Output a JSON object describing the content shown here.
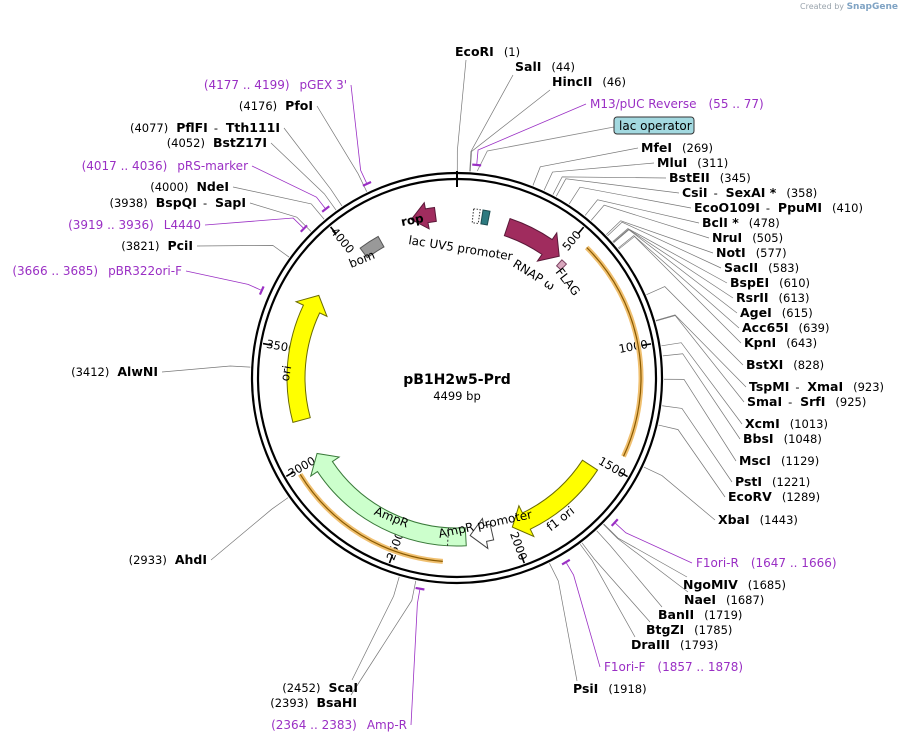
{
  "watermark": {
    "prefix": "Created by",
    "brand": "SnapGene"
  },
  "plasmid": {
    "name": "pB1H2w5-Prd",
    "length_label": "4499 bp"
  },
  "ticks": [
    "500",
    "1000",
    "1500",
    "2000",
    "2500",
    "3000",
    "3500",
    "4000"
  ],
  "right_sites": [
    {
      "a": "EcoRI",
      "pos": "(1)",
      "left": true
    },
    {
      "a": "SalI",
      "pos": "(44)"
    },
    {
      "a": "HincII",
      "pos": "(46)"
    },
    {
      "a": "MfeI",
      "pos": "(269)"
    },
    {
      "a": "MluI",
      "pos": "(311)"
    },
    {
      "a": "BstEII",
      "pos": "(345)"
    },
    {
      "a": "CsiI",
      "b": "SexAI *",
      "pos": "(358)"
    },
    {
      "a": "EcoO109I",
      "b": "PpuMI",
      "pos": "(410)"
    },
    {
      "a": "BclI *",
      "pos": "(478)"
    },
    {
      "a": "NruI",
      "pos": "(505)"
    },
    {
      "a": "NotI",
      "pos": "(577)"
    },
    {
      "a": "SacII",
      "pos": "(583)"
    },
    {
      "a": "BspEI",
      "pos": "(610)"
    },
    {
      "a": "RsrII",
      "pos": "(613)"
    },
    {
      "a": "AgeI",
      "pos": "(615)"
    },
    {
      "a": "Acc65I",
      "pos": "(639)"
    },
    {
      "a": "KpnI",
      "pos": "(643)"
    },
    {
      "a": "BstXI",
      "pos": "(828)"
    },
    {
      "a": "TspMI",
      "b": "XmaI",
      "pos": "(923)"
    },
    {
      "a": "SmaI",
      "b": "SrfI",
      "pos": "(925)"
    },
    {
      "a": "XcmI",
      "pos": "(1013)"
    },
    {
      "a": "BbsI",
      "pos": "(1048)"
    },
    {
      "a": "MscI",
      "pos": "(1129)"
    },
    {
      "a": "PstI",
      "pos": "(1221)"
    },
    {
      "a": "EcoRV",
      "pos": "(1289)"
    },
    {
      "a": "XbaI",
      "pos": "(1443)"
    },
    {
      "a": "NgoMIV",
      "pos": "(1685)"
    },
    {
      "a": "NaeI",
      "pos": "(1687)"
    },
    {
      "a": "BanII",
      "pos": "(1719)"
    },
    {
      "a": "BtgZI",
      "pos": "(1785)"
    },
    {
      "a": "DraIII",
      "pos": "(1793)"
    },
    {
      "a": "PsiI",
      "pos": "(1918)"
    }
  ],
  "left_sites": [
    {
      "a": "PfoI",
      "pos": "(4176)"
    },
    {
      "a": "PflFI",
      "b": "Tth111I",
      "pos": "(4077)"
    },
    {
      "a": "BstZ17I",
      "pos": "(4052)"
    },
    {
      "a": "NdeI",
      "pos": "(4000)"
    },
    {
      "a": "BspQI",
      "b": "SapI",
      "pos": "(3938)"
    },
    {
      "a": "PciI",
      "pos": "(3821)"
    },
    {
      "a": "AlwNI",
      "pos": "(3412)"
    },
    {
      "a": "AhdI",
      "pos": "(2933)"
    },
    {
      "a": "ScaI",
      "pos": "(2452)"
    },
    {
      "a": "BsaHI",
      "pos": "(2393)"
    }
  ],
  "primers": [
    {
      "name": "pGEX 3'",
      "range": "(4177 .. 4199)"
    },
    {
      "name": "pRS-marker",
      "range": "(4017 .. 4036)"
    },
    {
      "name": "L4440",
      "range": "(3919 .. 3936)"
    },
    {
      "name": "pBR322ori-F",
      "range": "(3666 .. 3685)"
    },
    {
      "name": "M13/pUC Reverse",
      "range": "(55 .. 77)"
    },
    {
      "name": "F1ori-R",
      "range": "(1647 .. 1666)"
    },
    {
      "name": "F1ori-F",
      "range": "(1857 .. 1878)"
    },
    {
      "name": "Amp-R",
      "range": "(2364 .. 2383)"
    }
  ],
  "features": {
    "lac_operator": "lac operator",
    "rop": "rop",
    "lac_uv5": "lac UV5 promoter",
    "rnap": "RNAP ω",
    "flag": "FLAG",
    "bom": "bom",
    "ori": "ori",
    "f1ori": "f1 ori",
    "ampr": "AmpR",
    "ampr_promoter": "AmpR promoter"
  },
  "colors": {
    "primer": "#9a2fc4",
    "rop": "#a02c5e",
    "rnap": "#a02c5e",
    "ori": "#ffff00",
    "ampr": "#ccffcc",
    "orf_halo": "#f0c070",
    "lac_operator": "#a3d9e0",
    "bom": "#999999",
    "flag": "#d8a7bd",
    "lac_uv5": "#2d7a80"
  }
}
